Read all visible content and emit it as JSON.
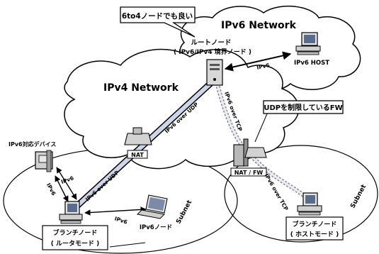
{
  "callouts": {
    "sixtofour": "6to4ノードでも良い",
    "udp_fw": "UDPを制限しているFW"
  },
  "clouds": {
    "ipv6": "IPv6 Network",
    "ipv4": "IPv4 Network"
  },
  "nodes": {
    "root_title": "ルートノード",
    "root_sub": "( IPv6/IPv4 境界ノード )",
    "ipv6_host": "IPv6 HOST",
    "nat": "NAT",
    "nat_fw": "NAT / FW",
    "ipv6_device": "IPv6対応デバイス",
    "ipv6_node": "IPv6ノード",
    "branch_router_title": "ブランチノード",
    "branch_router_sub": "( ルータモード )",
    "branch_host_title": "ブランチノード",
    "branch_host_sub": "( ホストモード )"
  },
  "links": {
    "root_host": "IPv6",
    "udp_tunnel_upper": "IPv6 over UDP",
    "udp_tunnel_lower": "IPv6 over UDP",
    "tcp_tunnel_upper": "IPv6 over TCP",
    "tcp_tunnel_lower": "IPv6 over TCP",
    "router_device_a": "IPv6",
    "router_device_b": "IPv6",
    "router_node": "IPv6"
  },
  "subnets": {
    "left": "Subnet",
    "right": "Subnet"
  }
}
